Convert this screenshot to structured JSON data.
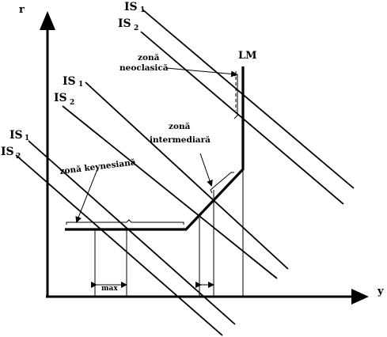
{
  "axes": {
    "y_axis_label": "r",
    "x_axis_label": "y"
  },
  "curves": {
    "lm_label": "LM",
    "is_pairs": [
      {
        "is1": "IS",
        "is1_sub": "1",
        "is2": "IS",
        "is2_sub": "2"
      },
      {
        "is1": "IS",
        "is1_sub": "1",
        "is2": "IS",
        "is2_sub": "2"
      },
      {
        "is1": "IS",
        "is1_sub": "1",
        "is2": "IS",
        "is2_sub": "2"
      }
    ]
  },
  "zones": {
    "neoclassical_line1": "zonă",
    "neoclassical_line2": "neoclasică",
    "intermediate_line1": "zonă",
    "intermediate_line2": "intermediară",
    "keynesian": "zonă keynesiană"
  },
  "annotations": {
    "max_label": "max"
  }
}
